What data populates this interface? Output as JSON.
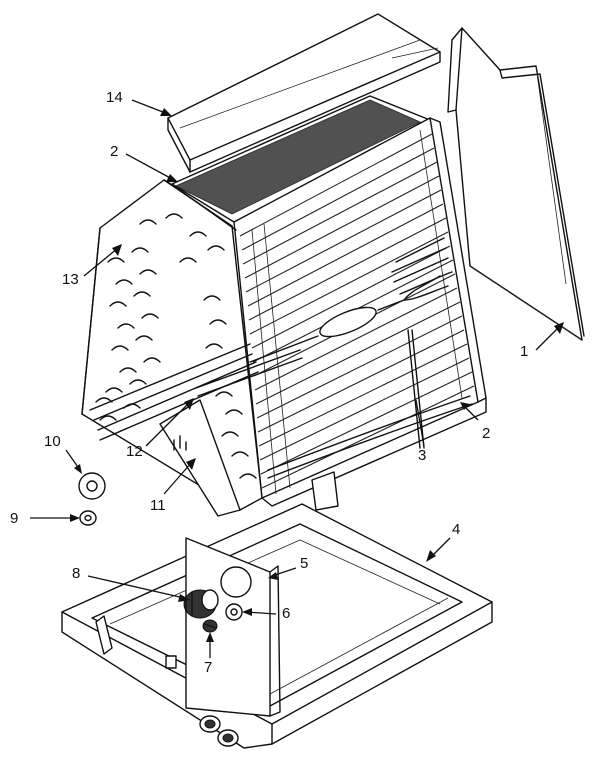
{
  "callouts": [
    {
      "id": "1",
      "text": "1"
    },
    {
      "id": "2a",
      "text": "2"
    },
    {
      "id": "2b",
      "text": "2"
    },
    {
      "id": "3",
      "text": "3"
    },
    {
      "id": "4",
      "text": "4"
    },
    {
      "id": "5",
      "text": "5"
    },
    {
      "id": "6",
      "text": "6"
    },
    {
      "id": "7",
      "text": "7"
    },
    {
      "id": "8",
      "text": "8"
    },
    {
      "id": "9",
      "text": "9"
    },
    {
      "id": "10",
      "text": "10"
    },
    {
      "id": "11",
      "text": "11"
    },
    {
      "id": "12",
      "text": "12"
    },
    {
      "id": "13",
      "text": "13"
    },
    {
      "id": "14",
      "text": "14"
    }
  ]
}
